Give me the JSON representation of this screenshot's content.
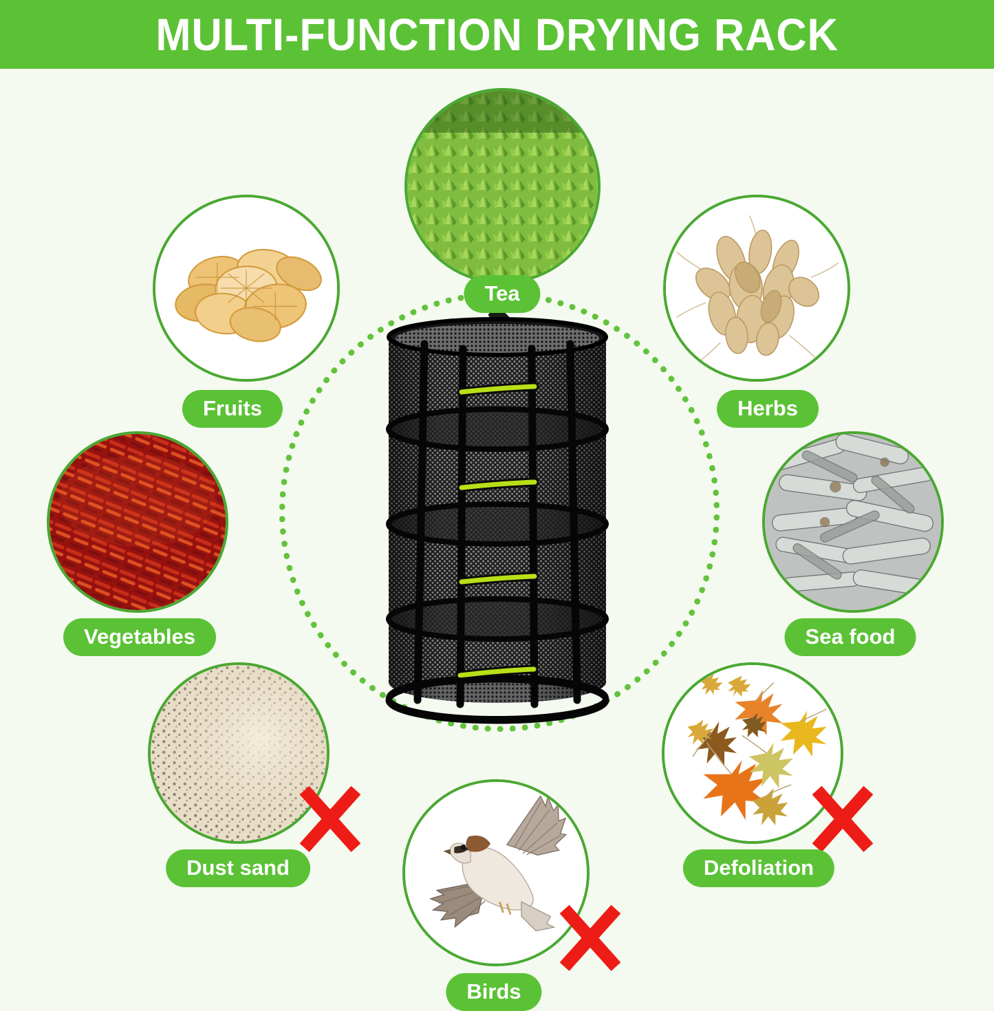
{
  "banner": {
    "title": "MULTI-FUNCTION DRYING RACK"
  },
  "colors": {
    "banner_green": "#5bc236",
    "pill_green": "#5bc236",
    "circle_border_green": "#4aa832",
    "dotted_ring_green": "#63c23c",
    "background": "#f4faf0",
    "x_mark_red": "#ee1c16",
    "zipper_green": "#b8e017",
    "rack_black": "#111111"
  },
  "center_product": {
    "name": "hanging-mesh-drying-rack",
    "tiers": 4,
    "features": [
      "black mesh cylinder",
      "green zipper openings",
      "top hanging hook"
    ]
  },
  "nodes": [
    {
      "id": "fruits",
      "label": "Fruits",
      "photo": "dried-lemon-slices",
      "excluded": false
    },
    {
      "id": "tea",
      "label": "Tea",
      "photo": "green-tea-leaves",
      "excluded": false
    },
    {
      "id": "herbs",
      "label": "Herbs",
      "photo": "ginseng-roots",
      "excluded": false
    },
    {
      "id": "vegetables",
      "label": "Vegetables",
      "photo": "dried-red-chilies",
      "excluded": false
    },
    {
      "id": "seafood",
      "label": "Sea food",
      "photo": "dried-fish",
      "excluded": false
    },
    {
      "id": "dust",
      "label": "Dust sand",
      "photo": "sand-dust",
      "excluded": true
    },
    {
      "id": "defoliation",
      "label": "Defoliation",
      "photo": "falling-maple-leaves",
      "excluded": true
    },
    {
      "id": "birds",
      "label": "Birds",
      "photo": "flying-sparrow",
      "excluded": true
    }
  ]
}
